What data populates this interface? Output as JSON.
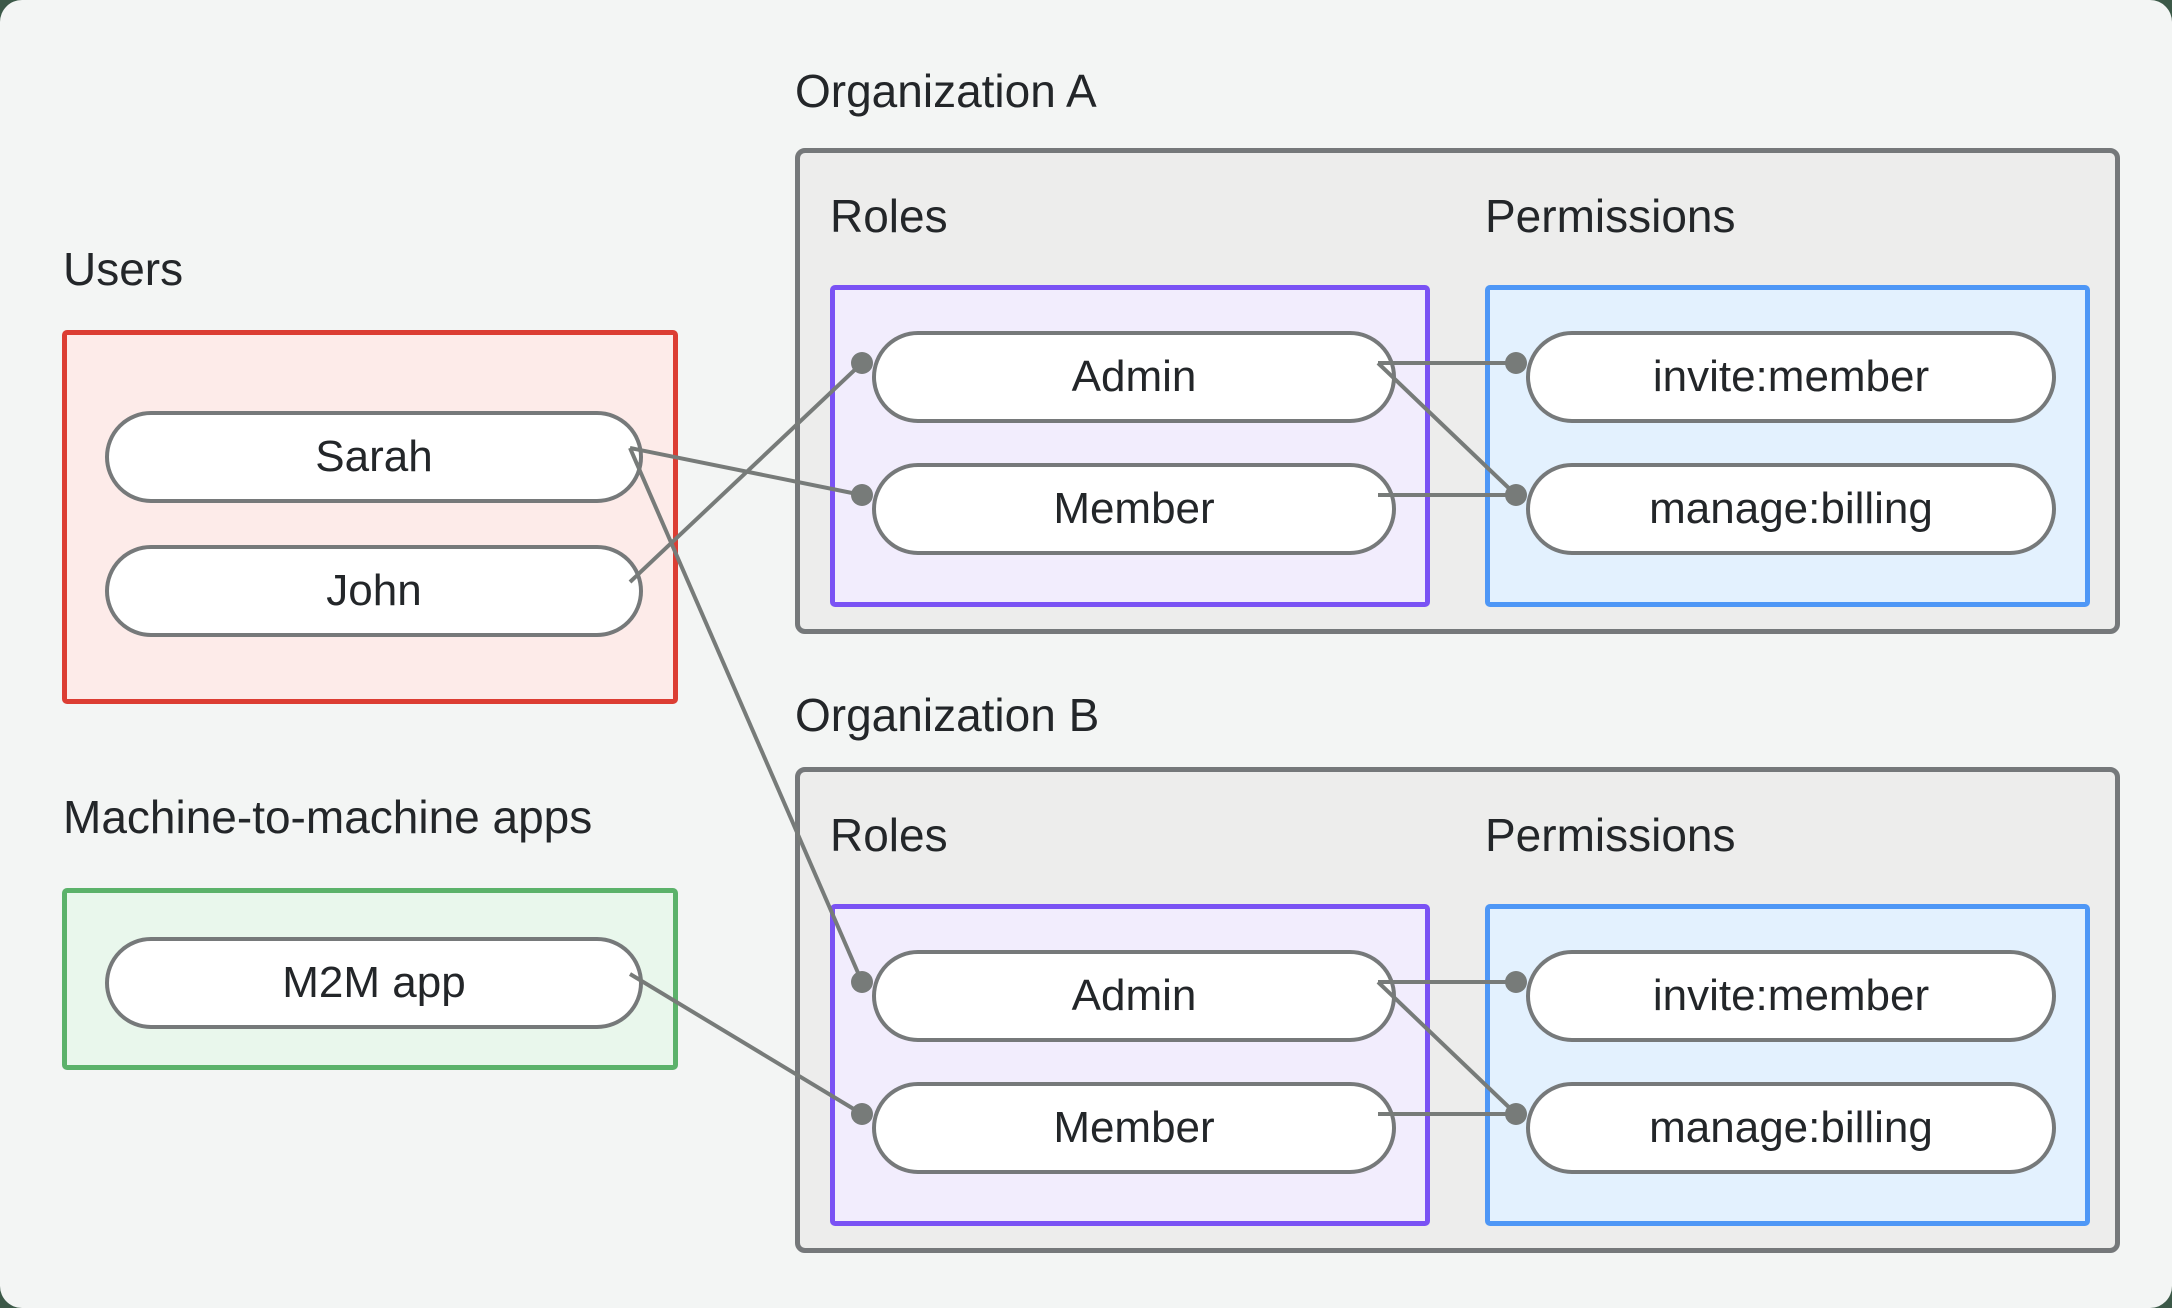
{
  "page": {
    "bg": "#f3f5f4",
    "outer_bg": "#3c5948",
    "text_color": "#232629"
  },
  "users": {
    "label": "Users",
    "box_border": "#dc3d33",
    "box_fill": "#fdebe9",
    "items": [
      {
        "label": "Sarah"
      },
      {
        "label": "John"
      }
    ]
  },
  "m2m": {
    "label": "Machine-to-machine apps",
    "box_border": "#5bb26a",
    "box_fill": "#e9f7ec",
    "items": [
      {
        "label": "M2M app"
      }
    ]
  },
  "orgs": [
    {
      "title": "Organization A",
      "roles_label": "Roles",
      "permissions_label": "Permissions",
      "roles": [
        {
          "label": "Admin"
        },
        {
          "label": "Member"
        }
      ],
      "permissions": [
        {
          "label": "invite:member"
        },
        {
          "label": "manage:billing"
        }
      ]
    },
    {
      "title": "Organization B",
      "roles_label": "Roles",
      "permissions_label": "Permissions",
      "roles": [
        {
          "label": "Admin"
        },
        {
          "label": "Member"
        }
      ],
      "permissions": [
        {
          "label": "invite:member"
        },
        {
          "label": "manage:billing"
        }
      ]
    }
  ],
  "style": {
    "org_fill": "#ededec",
    "org_border": "#75787a",
    "roles_border": "#7a52f4",
    "roles_fill": "#f2edfd",
    "permissions_border": "#4e97f6",
    "permissions_fill": "#e3f1fe",
    "pill_border": "#76797a",
    "pill_fill": "#ffffff",
    "edge_color": "#777b79"
  },
  "edges": [
    {
      "from": "sarah",
      "to": "orgA_member"
    },
    {
      "from": "john",
      "to": "orgA_admin"
    },
    {
      "from": "sarah",
      "to": "orgB_admin"
    },
    {
      "from": "m2m",
      "to": "orgB_member"
    },
    {
      "from": "orgA_admin",
      "to": "orgA_invite"
    },
    {
      "from": "orgA_admin",
      "to": "orgA_manage"
    },
    {
      "from": "orgA_member",
      "to": "orgA_manage"
    },
    {
      "from": "orgB_admin",
      "to": "orgB_invite"
    },
    {
      "from": "orgB_admin",
      "to": "orgB_manage"
    },
    {
      "from": "orgB_member",
      "to": "orgB_manage"
    }
  ]
}
